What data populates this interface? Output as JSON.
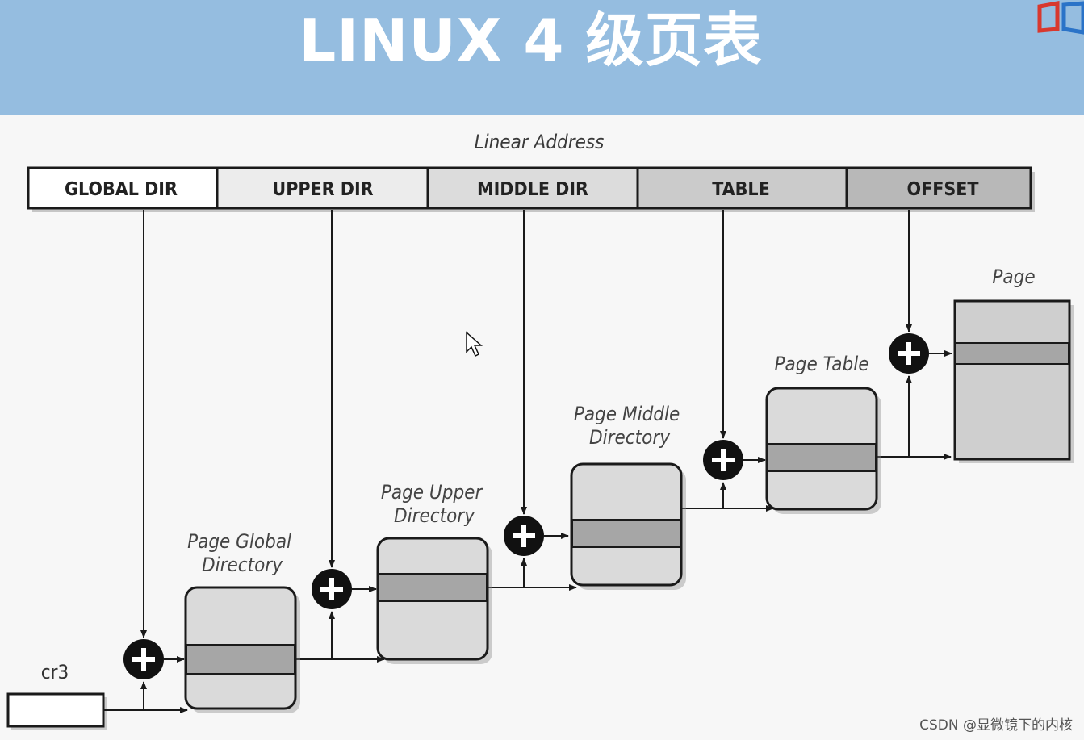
{
  "header": {
    "title": "LINUX 4 级页表"
  },
  "diagram": {
    "linear_address_label": "Linear Address",
    "fields": [
      "GLOBAL DIR",
      "UPPER DIR",
      "MIDDLE DIR",
      "TABLE",
      "OFFSET"
    ],
    "register_label": "cr3",
    "tables": {
      "pgd": [
        "Page Global",
        "Directory"
      ],
      "pud": [
        "Page Upper",
        "Directory"
      ],
      "pmd": [
        "Page Middle",
        "Directory"
      ],
      "pt": [
        "Page Table"
      ],
      "page": [
        "Page"
      ]
    },
    "colors": {
      "field_fills": [
        "#ffffff",
        "#ececec",
        "#dcdcdc",
        "#cbcbcb",
        "#b8b8b8"
      ],
      "table_fill": "#dadada",
      "entry_fill": "#a6a6a6",
      "outline": "#1a1a1a"
    }
  },
  "watermark": "CSDN @显微镜下的内核"
}
